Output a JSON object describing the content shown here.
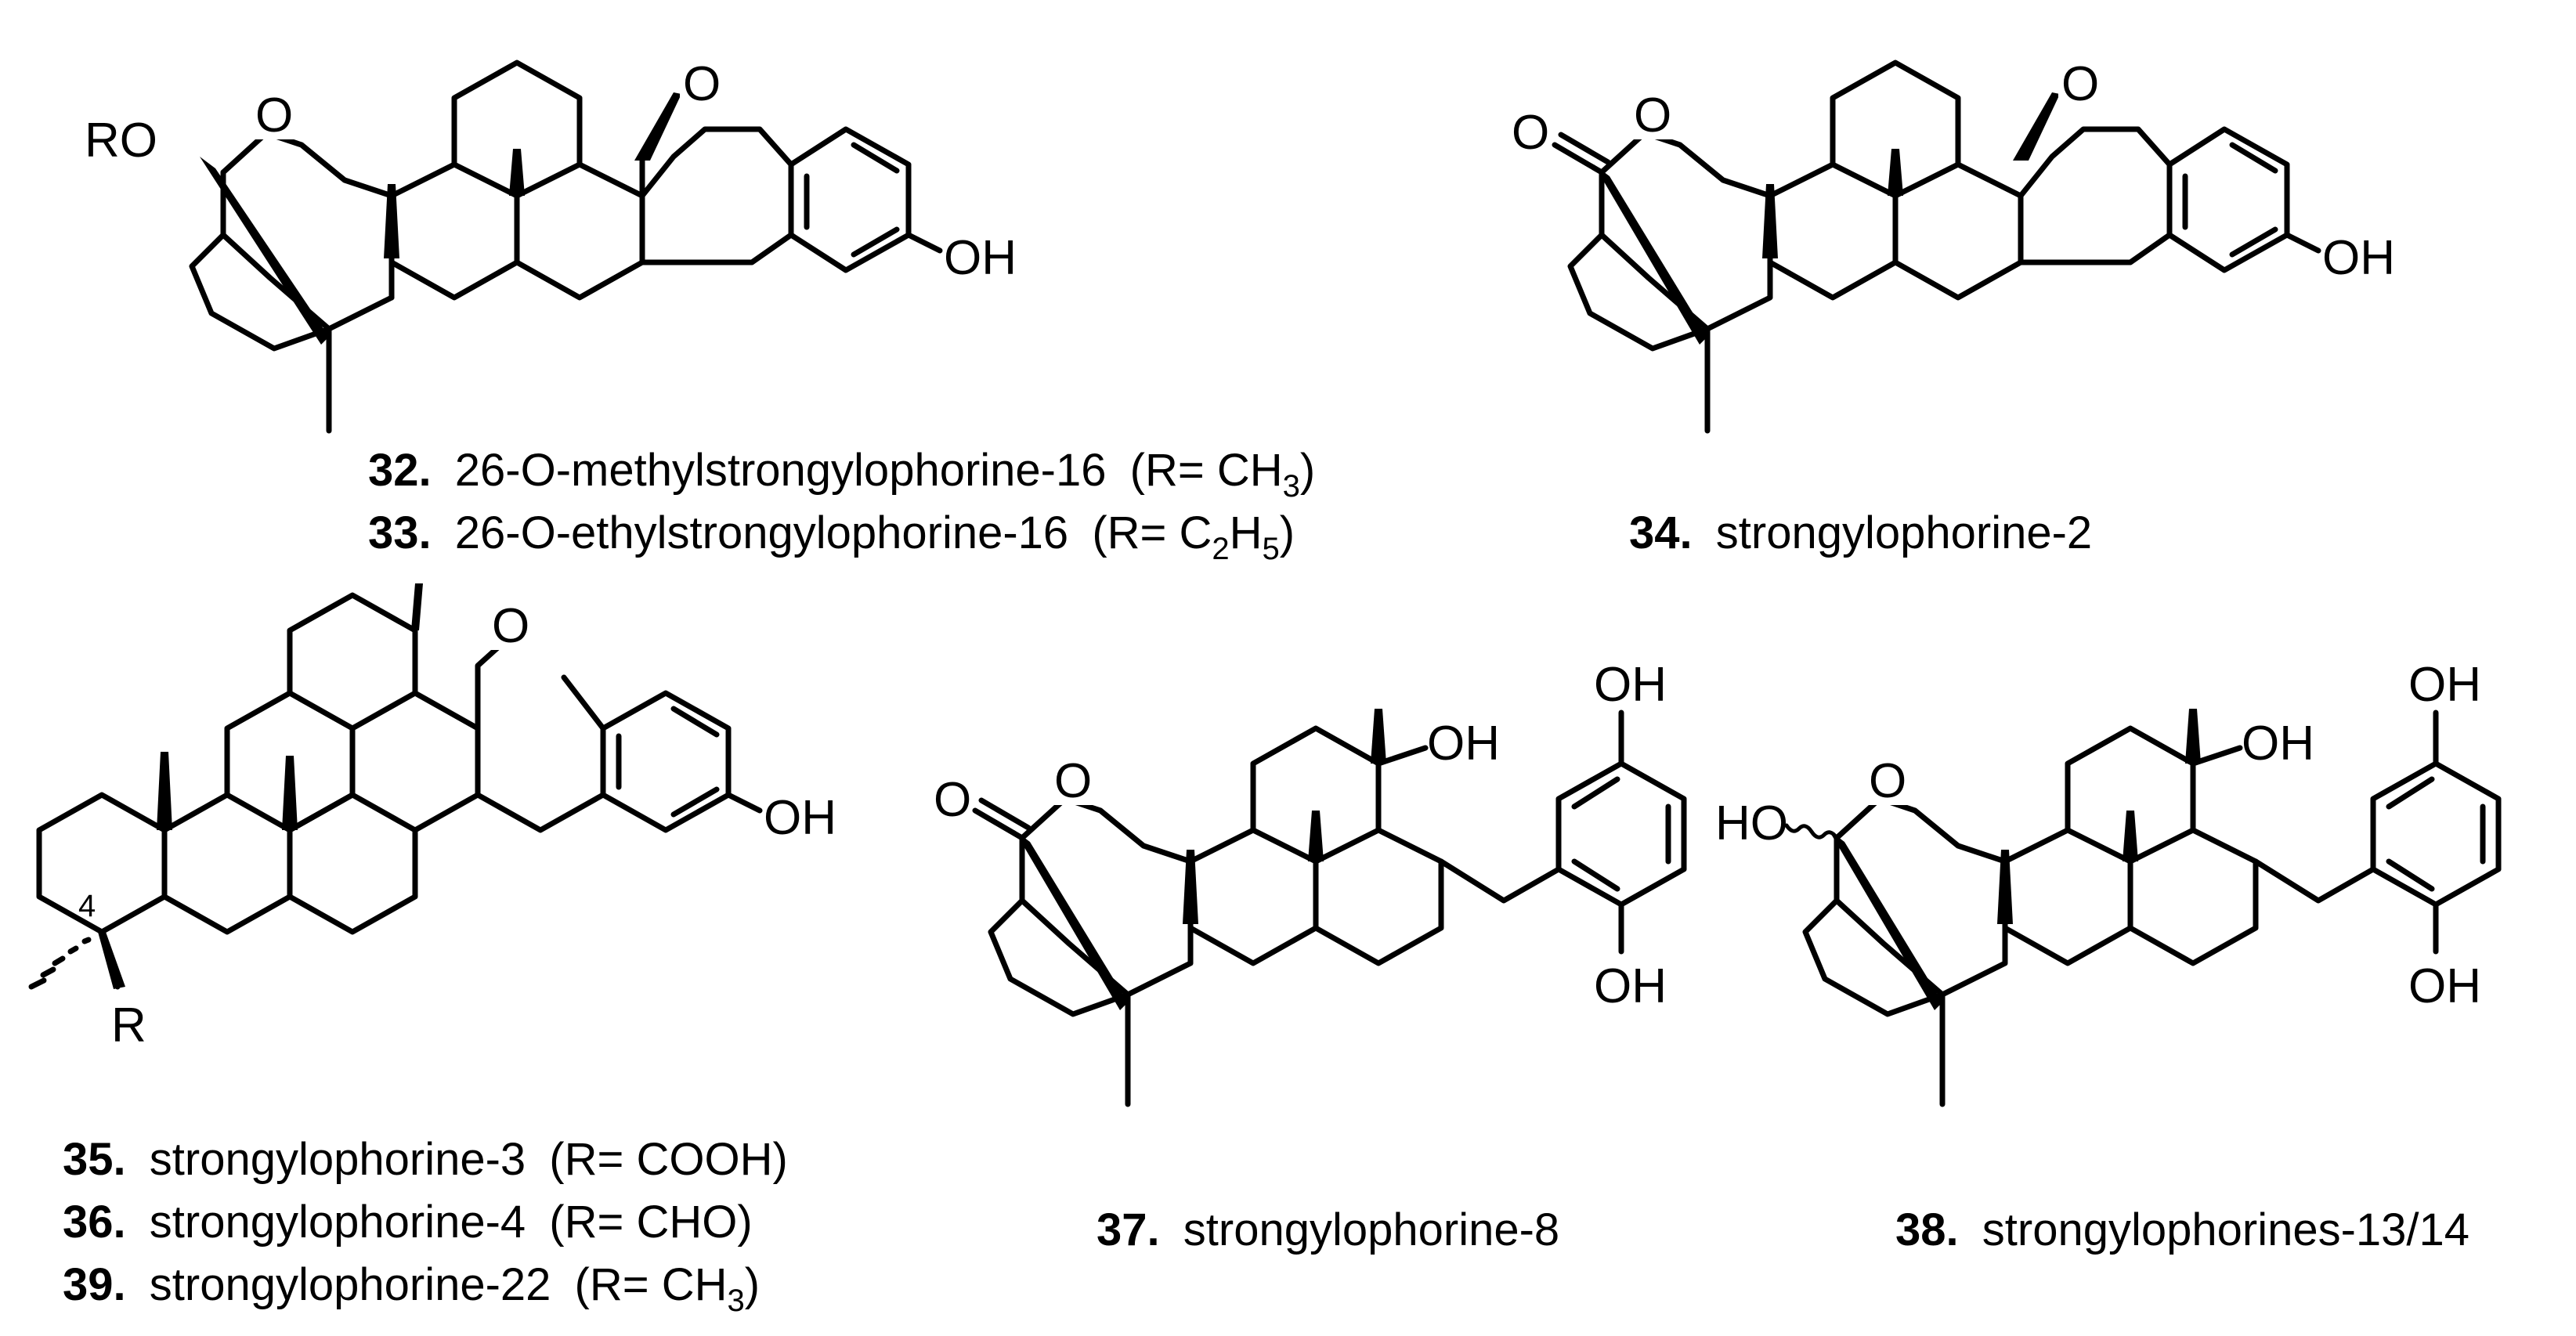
{
  "compounds": {
    "c32": {
      "number": "32.",
      "name": "26-O-methylstrongylophorine-16",
      "sub_open": "(R= CH",
      "sub_sub": "3",
      "sub_close": ")"
    },
    "c33": {
      "number": "33.",
      "name": "26-O-ethylstrongylophorine-16",
      "sub_open": "(R= C",
      "sub_sub1": "2",
      "sub_mid": "H",
      "sub_sub2": "5",
      "sub_close": ")"
    },
    "c34": {
      "number": "34.",
      "name": "strongylophorine-2"
    },
    "c35": {
      "number": "35.",
      "name": "strongylophorine-3",
      "sub": "(R= COOH)"
    },
    "c36": {
      "number": "36.",
      "name": "strongylophorine-4",
      "sub": "(R= CHO)"
    },
    "c39": {
      "number": "39.",
      "name": "strongylophorine-22",
      "sub_open": "(R= CH",
      "sub_sub": "3",
      "sub_close": ")"
    },
    "c37": {
      "number": "37.",
      "name": "strongylophorine-8"
    },
    "c38": {
      "number": "38.",
      "name": "strongylophorines-13/14"
    }
  },
  "atoms": {
    "O": "O",
    "OH": "OH",
    "RO": "RO",
    "HO": "HO",
    "R": "R",
    "locant4": "4"
  }
}
